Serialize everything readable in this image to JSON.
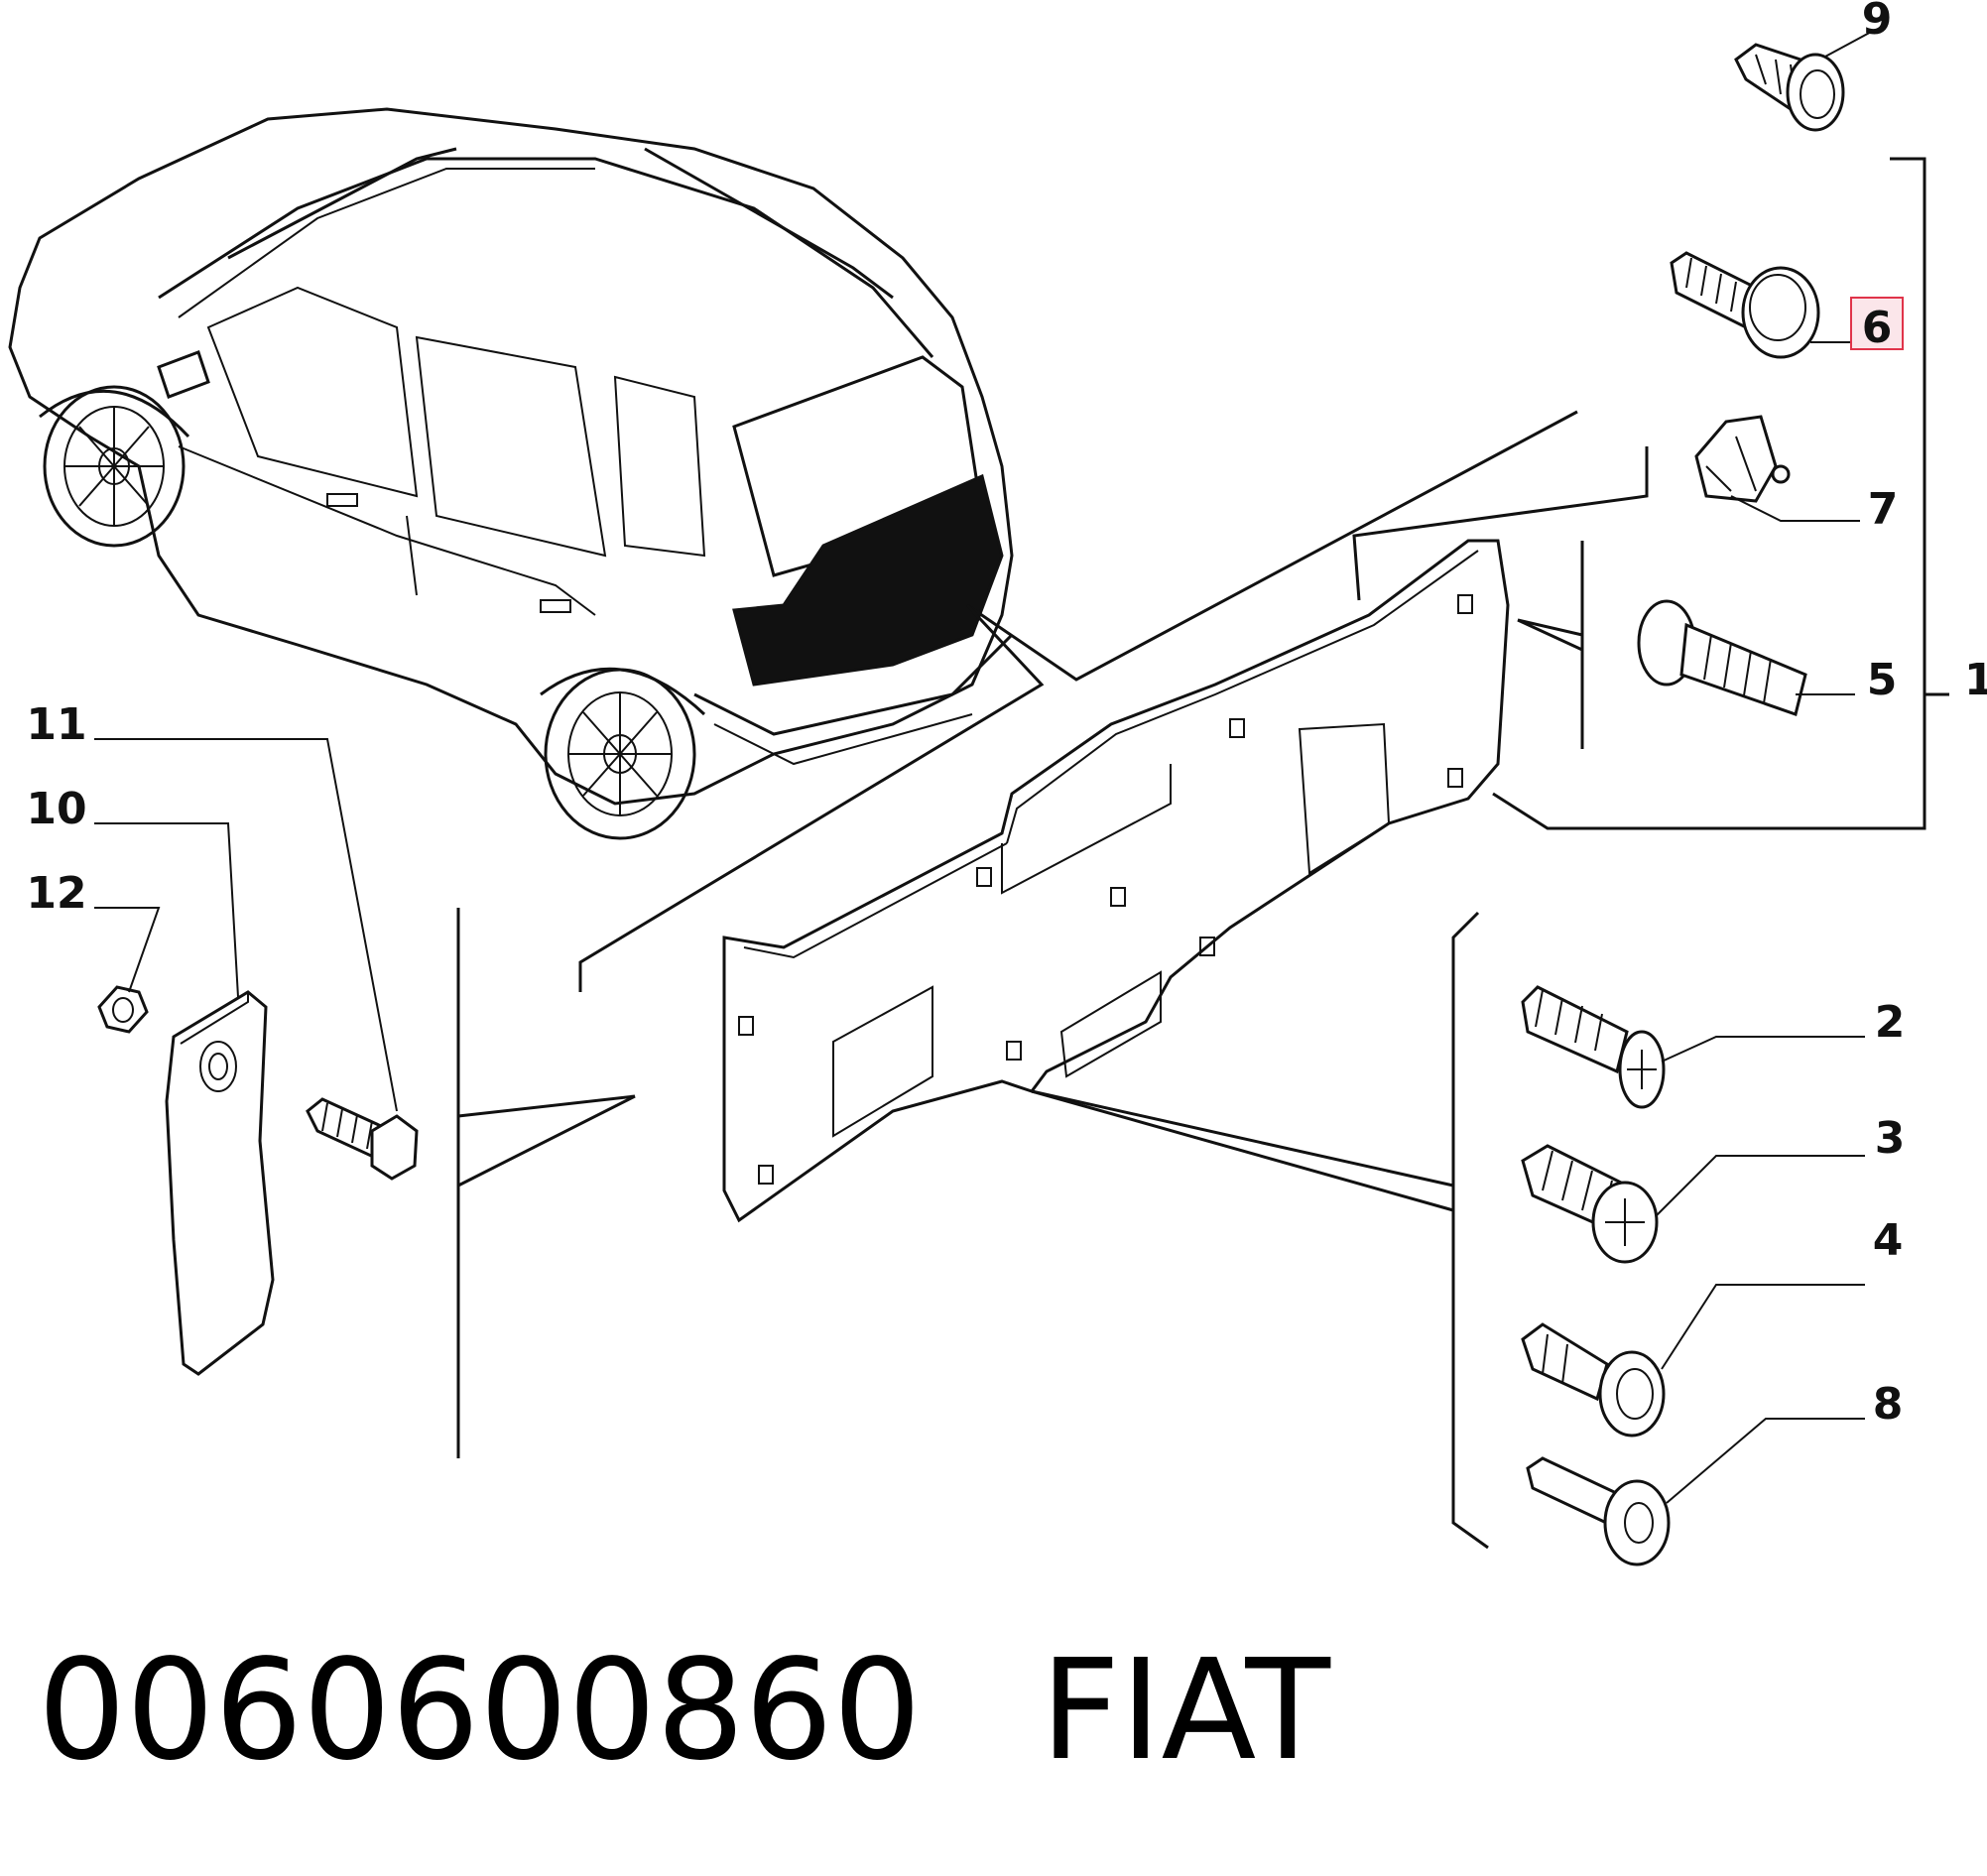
{
  "diagram": {
    "callouts": [
      {
        "id": "1",
        "label": "1"
      },
      {
        "id": "2",
        "label": "2"
      },
      {
        "id": "3",
        "label": "3"
      },
      {
        "id": "4",
        "label": "4"
      },
      {
        "id": "5",
        "label": "5"
      },
      {
        "id": "6",
        "label": "6",
        "highlighted": true
      },
      {
        "id": "7",
        "label": "7"
      },
      {
        "id": "8",
        "label": "8"
      },
      {
        "id": "9",
        "label": "9"
      },
      {
        "id": "10",
        "label": "10"
      },
      {
        "id": "11",
        "label": "11"
      },
      {
        "id": "12",
        "label": "12"
      }
    ],
    "highlight_color": "#e0344a"
  },
  "footer": {
    "part_number": "0060600860",
    "brand": "FIAT"
  }
}
